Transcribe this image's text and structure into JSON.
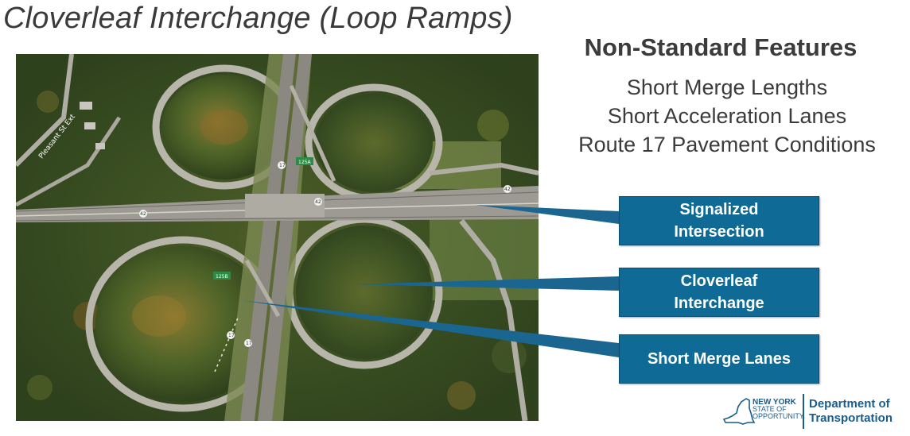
{
  "slide": {
    "title": "Cloverleaf Interchange (Loop Ramps)"
  },
  "features": {
    "heading": "Non-Standard Features",
    "items": [
      {
        "text": "Short Merge Lengths"
      },
      {
        "text": "Short Acceleration Lanes"
      },
      {
        "text": "Route 17 Pavement Conditions"
      }
    ]
  },
  "callouts": [
    {
      "line1": "Signalized",
      "line2": "Intersection"
    },
    {
      "line1": "Cloverleaf",
      "line2": "Interchange"
    },
    {
      "line1": "Short Merge Lanes",
      "line2": ""
    }
  ],
  "map_labels": {
    "street": "Pleasant St Ext",
    "route_17": "17",
    "route_42": "42",
    "exit_sign_a": "125A",
    "exit_sign_b": "125B"
  },
  "logo": {
    "state_line1": "NEW YORK",
    "state_line2": "STATE OF",
    "state_line3": "OPPORTUNITY.",
    "dept_line1": "Department of",
    "dept_line2": "Transportation"
  },
  "colors": {
    "callout_fill": "#0f6a96",
    "pointer": "#1b6690",
    "text": "#3b3b3b",
    "logo_blue": "#1a5c8c"
  }
}
